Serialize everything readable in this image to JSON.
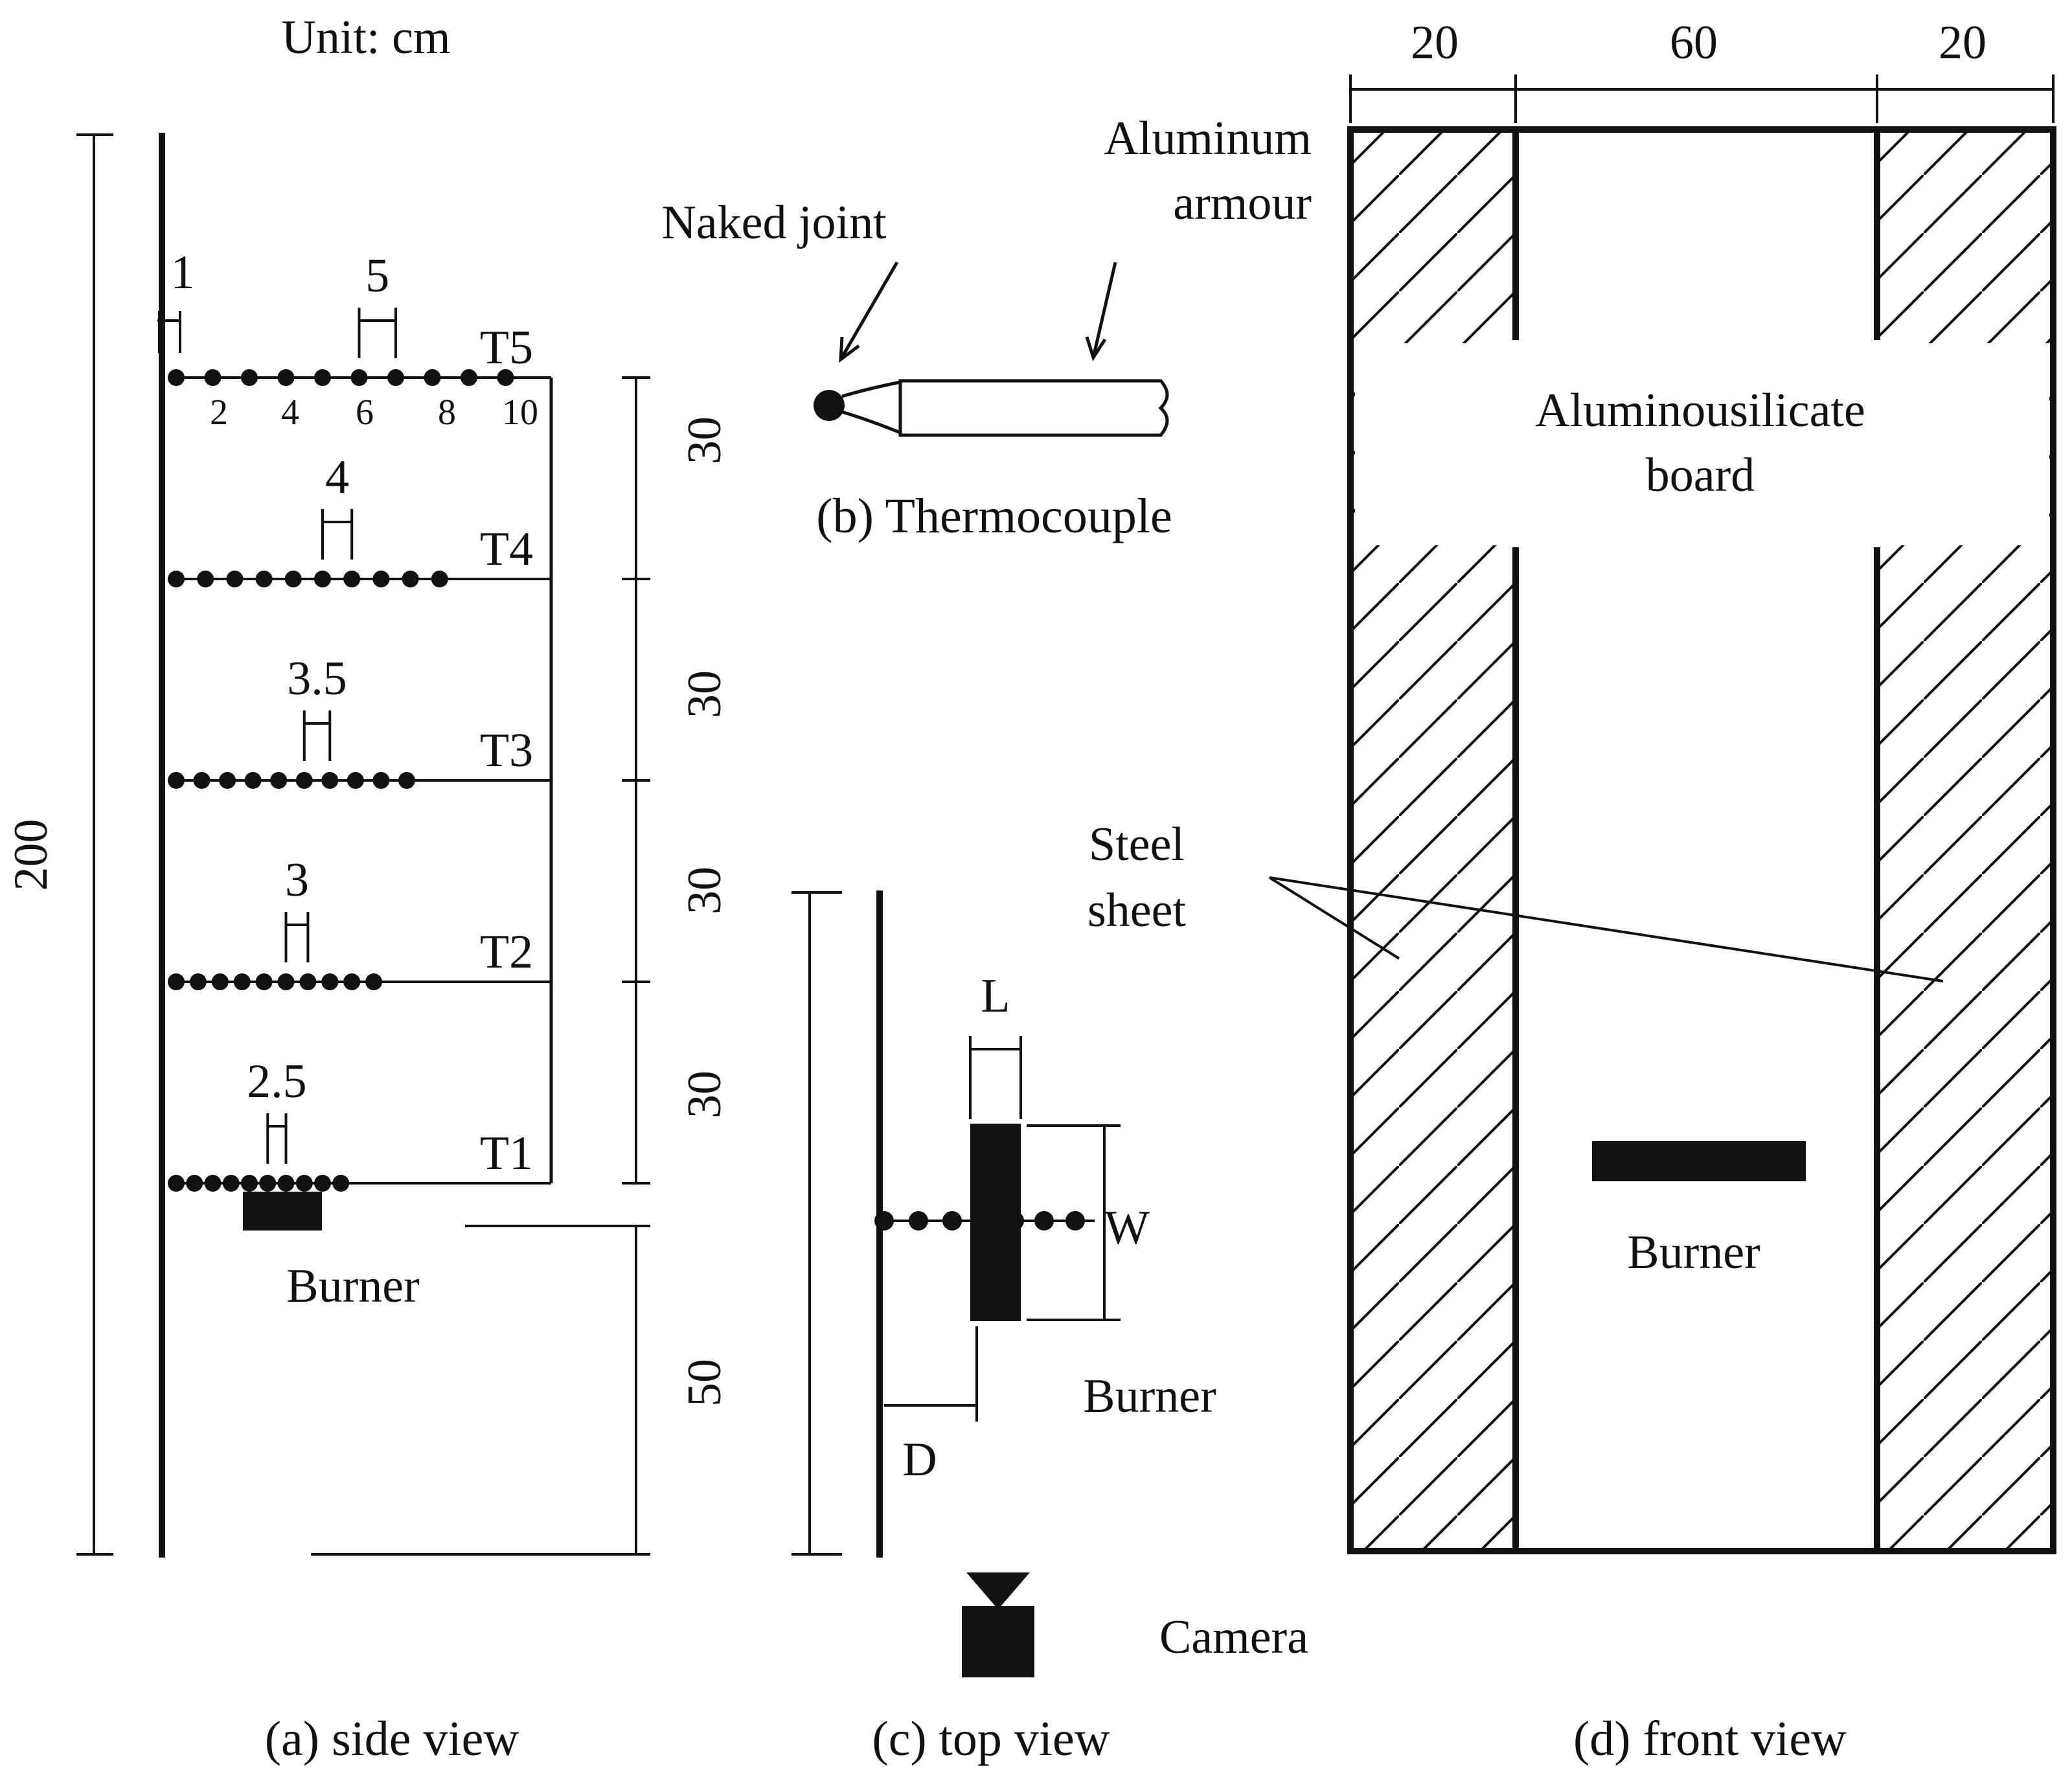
{
  "unit_label": "Unit: cm",
  "side_view": {
    "caption": "(a) side view",
    "height_dim": "200",
    "bottom_dim": "50",
    "row_spacing": [
      "30",
      "30",
      "30",
      "30"
    ],
    "top_spacing_label": "1",
    "burner_label": "Burner",
    "position_labels": [
      "2",
      "4",
      "6",
      "8",
      "10"
    ],
    "rows": [
      {
        "name": "T5",
        "spacing": "5"
      },
      {
        "name": "T4",
        "spacing": "4"
      },
      {
        "name": "T3",
        "spacing": "3.5"
      },
      {
        "name": "T2",
        "spacing": "3"
      },
      {
        "name": "T1",
        "spacing": "2.5"
      }
    ]
  },
  "thermocouple": {
    "caption": "(b) Thermocouple",
    "naked_joint_label": "Naked joint",
    "armour_label_line1": "Aluminum",
    "armour_label_line2": "armour"
  },
  "top_view": {
    "caption": "(c) top view",
    "L_label": "L",
    "W_label": "W",
    "D_label": "D",
    "burner_label": "Burner",
    "camera_label": "Camera"
  },
  "front_view": {
    "caption": "(d) front view",
    "widths": [
      "20",
      "60",
      "20"
    ],
    "board_label_line1": "Aluminousilicate",
    "board_label_line2": "board",
    "steel_label_line1": "Steel",
    "steel_label_line2": "sheet",
    "burner_label": "Burner"
  },
  "colors": {
    "ink": "#111111",
    "background": "#ffffff"
  }
}
